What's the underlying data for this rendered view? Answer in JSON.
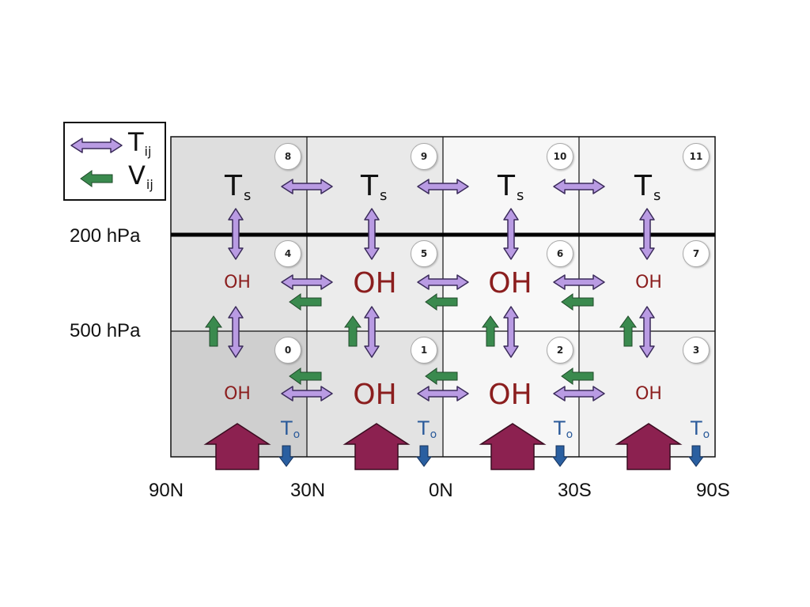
{
  "legend": {
    "transport_label": "T",
    "transport_sub": "ij",
    "wind_label": "V",
    "wind_sub": "ij"
  },
  "pressure_labels": [
    "200 hPa",
    "500 hPa"
  ],
  "lat_labels": [
    "90N",
    "30N",
    "0N",
    "30S",
    "90S"
  ],
  "box_numbers": [
    "8",
    "9",
    "10",
    "11",
    "4",
    "5",
    "6",
    "7",
    "0",
    "1",
    "2",
    "3"
  ],
  "strat_label": "T",
  "strat_sub": "s",
  "oh_label": "OH",
  "surface_label": "T",
  "surface_sub": "o",
  "colors": {
    "transport_arrow": "#b99be3",
    "wind_arrow": "#3a8a4e",
    "emission_arrow": "#8c2150",
    "surface_arrow": "#2a5fa0",
    "oh_text": "#8b1e1e",
    "to_text": "#2a5a9a"
  },
  "icons": [
    "double-arrow-icon",
    "green-arrow-icon",
    "emission-arrow-icon",
    "deposition-arrow-icon"
  ]
}
